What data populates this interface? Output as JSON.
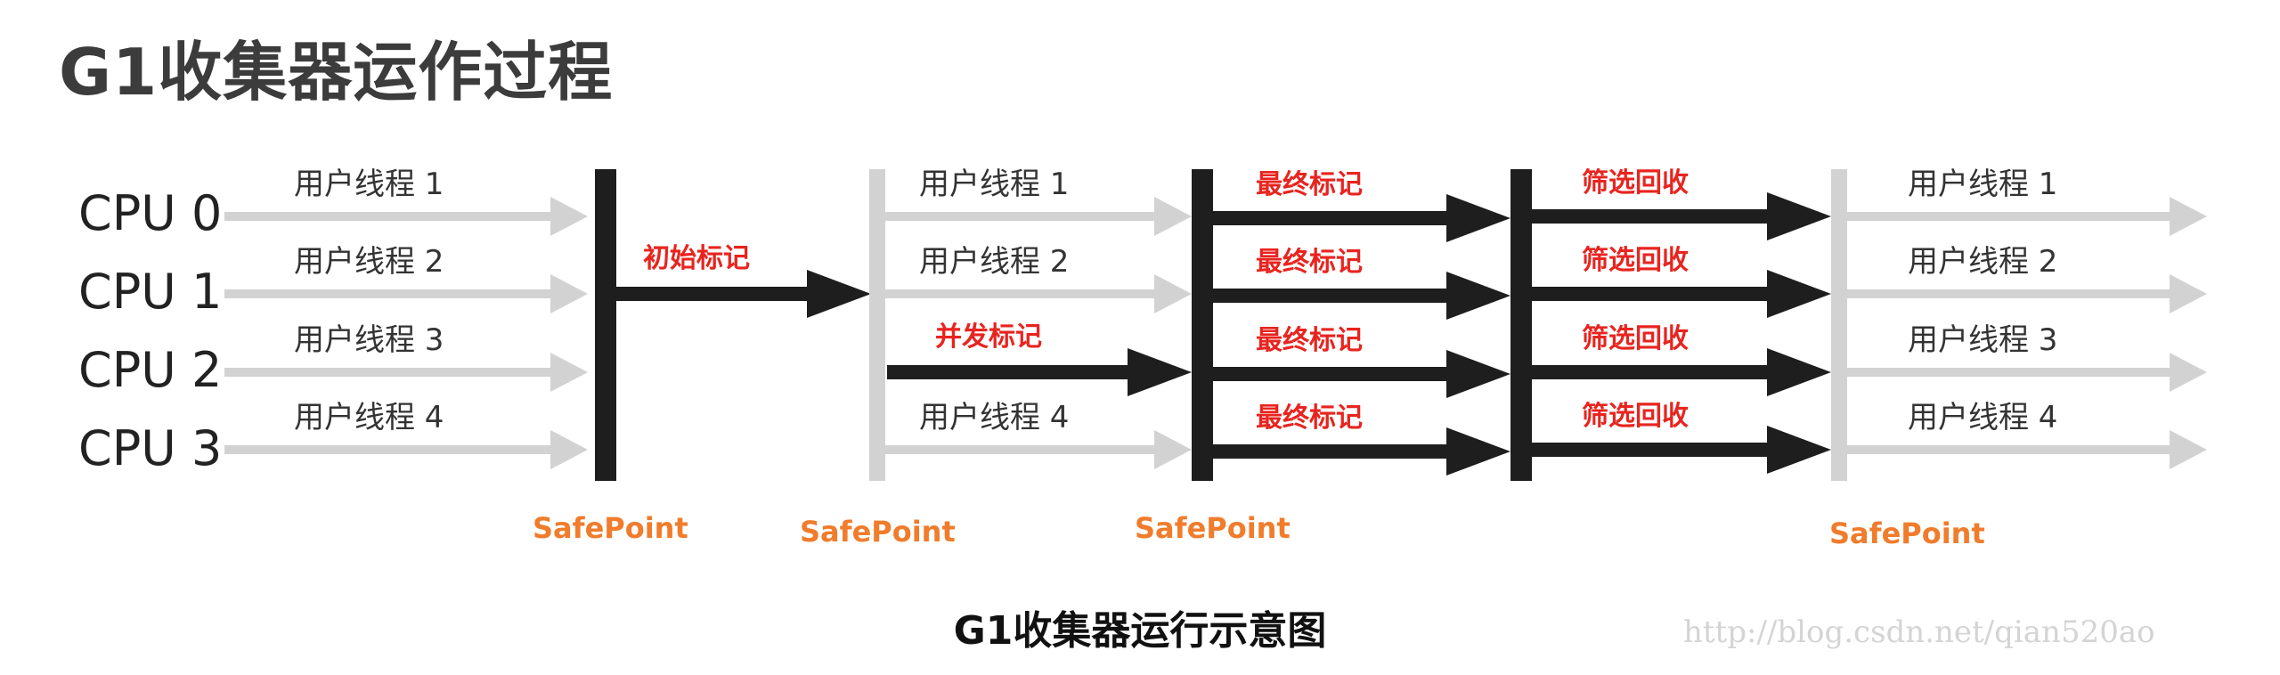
{
  "title": "G1收集器运作过程",
  "caption": "G1收集器运行示意图",
  "watermark": "http://blog.csdn.net/qian520ao",
  "cpus": [
    "CPU 0",
    "CPU 1",
    "CPU 2",
    "CPU 3"
  ],
  "user_threads": [
    "用户线程 1",
    "用户线程 2",
    "用户线程 3",
    "用户线程 4"
  ],
  "phases": {
    "initial_mark": "初始标记",
    "concurrent_mark": "并发标记",
    "final_mark": "最终标记",
    "screening_recycle": "筛选回收"
  },
  "safepoint_label": "SafePoint",
  "colors": {
    "title": "#3c3c3c",
    "phase_label": "#e8241f",
    "safepoint": "#f07c2c",
    "arrow_dark": "#1e1e1e",
    "arrow_light": "#d2d2d2",
    "cpu_label": "#222222",
    "thread_label": "#333333"
  }
}
